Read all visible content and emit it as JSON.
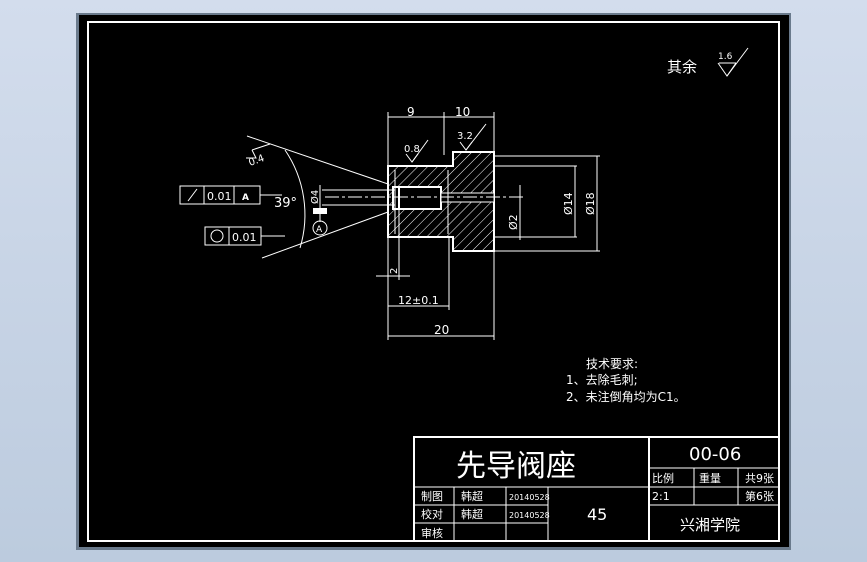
{
  "drawing": {
    "surface_note": "其余",
    "surface_note_value": "1.6",
    "roughness": [
      "0.4",
      "0.8",
      "3.2"
    ],
    "angle": "39°",
    "tolerance_frames": [
      {
        "symbol": "slash",
        "value": "0.01",
        "datum": "A"
      },
      {
        "symbol": "circle",
        "value": "0.01"
      }
    ],
    "datum_label": "A",
    "dims": {
      "top_left": "9",
      "top_right": "10",
      "dia_4": "Ø4",
      "dia_2": "Ø2",
      "dia_14": "Ø14",
      "dia_18": "Ø18",
      "small_2": "2",
      "len_12": "12±0.1",
      "len_20": "20"
    },
    "tech_req": {
      "title": "技术要求:",
      "items": [
        "1、去除毛刺;",
        "2、未注倒角均为C1。"
      ]
    }
  },
  "title_block": {
    "name": "先导阀座",
    "code": "00-06",
    "scale_label": "比例",
    "weight_label": "重量",
    "total_sheets": "共9张",
    "scale_value": "2:1",
    "sheet_no": "第6张",
    "material": "45",
    "school": "兴湘学院",
    "rows": [
      {
        "role": "制图",
        "name": "韩超",
        "date": "20140528"
      },
      {
        "role": "校对",
        "name": "韩超",
        "date": "20140528"
      },
      {
        "role": "审核",
        "name": "",
        "date": ""
      }
    ]
  },
  "colors": {
    "window_bg": "#c6d3e2",
    "sheet_bg": "#000000",
    "lines": "#ffffff"
  }
}
